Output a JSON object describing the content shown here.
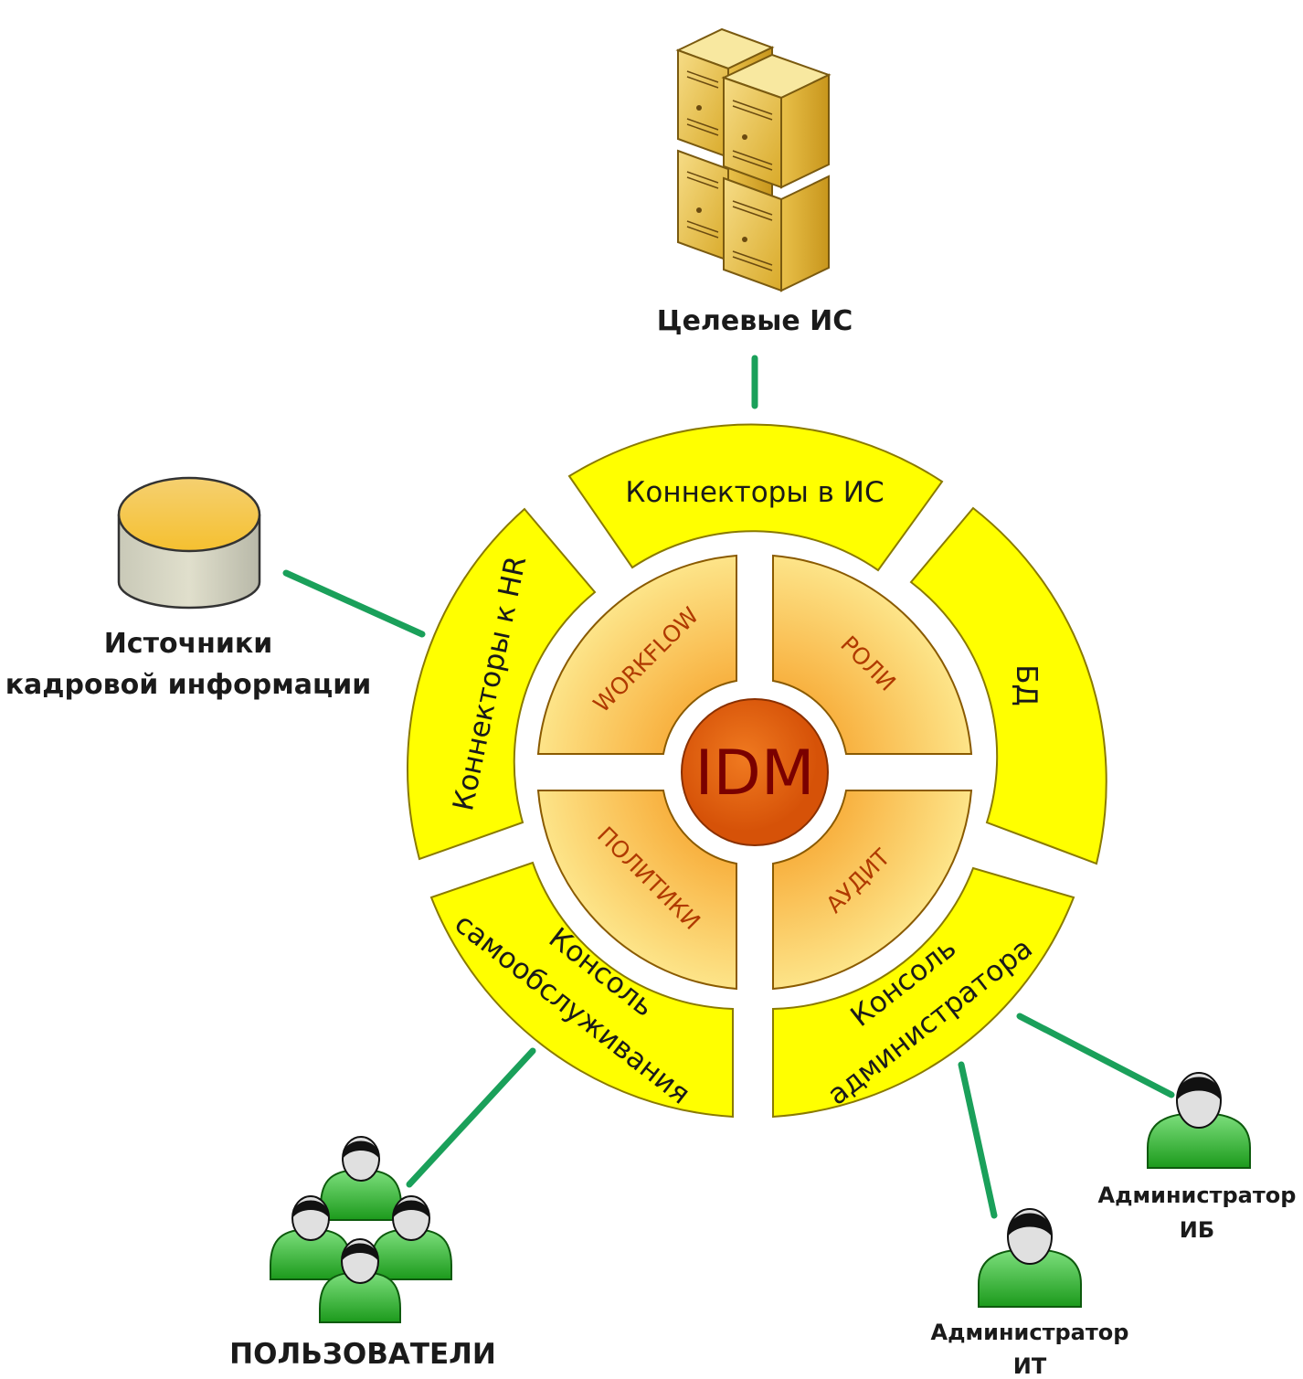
{
  "center": {
    "label": "IDM"
  },
  "inner_ring": {
    "workflow": "WORKFLOW",
    "roles": "РОЛИ",
    "policies": "ПОЛИТИКИ",
    "audit": "АУДИТ"
  },
  "outer_ring": {
    "connectors_is": "Коннекторы в ИС",
    "db": "БД",
    "connectors_hr": "Коннекторы к HR",
    "self_service_line1": "Консоль",
    "self_service_line2": "самообслуживания",
    "admin_console_line1": "Консоль",
    "admin_console_line2": "администратора"
  },
  "external": {
    "target_is": "Целевые ИС",
    "hr_sources_line1": "Источники",
    "hr_sources_line2": "кадровой информации",
    "users": "ПОЛЬЗОВАТЕЛИ",
    "admin_it_line1": "Администратор",
    "admin_it_line2": "ИТ",
    "admin_ib_line1": "Администратор",
    "admin_ib_line2": "ИБ"
  },
  "colors": {
    "outer_ring": "#ffff00",
    "inner_ring": "#fbc04a",
    "center": "#e35f10",
    "connector_line": "#1aa05a",
    "person": "#27b42a",
    "server": "#e6b830"
  }
}
